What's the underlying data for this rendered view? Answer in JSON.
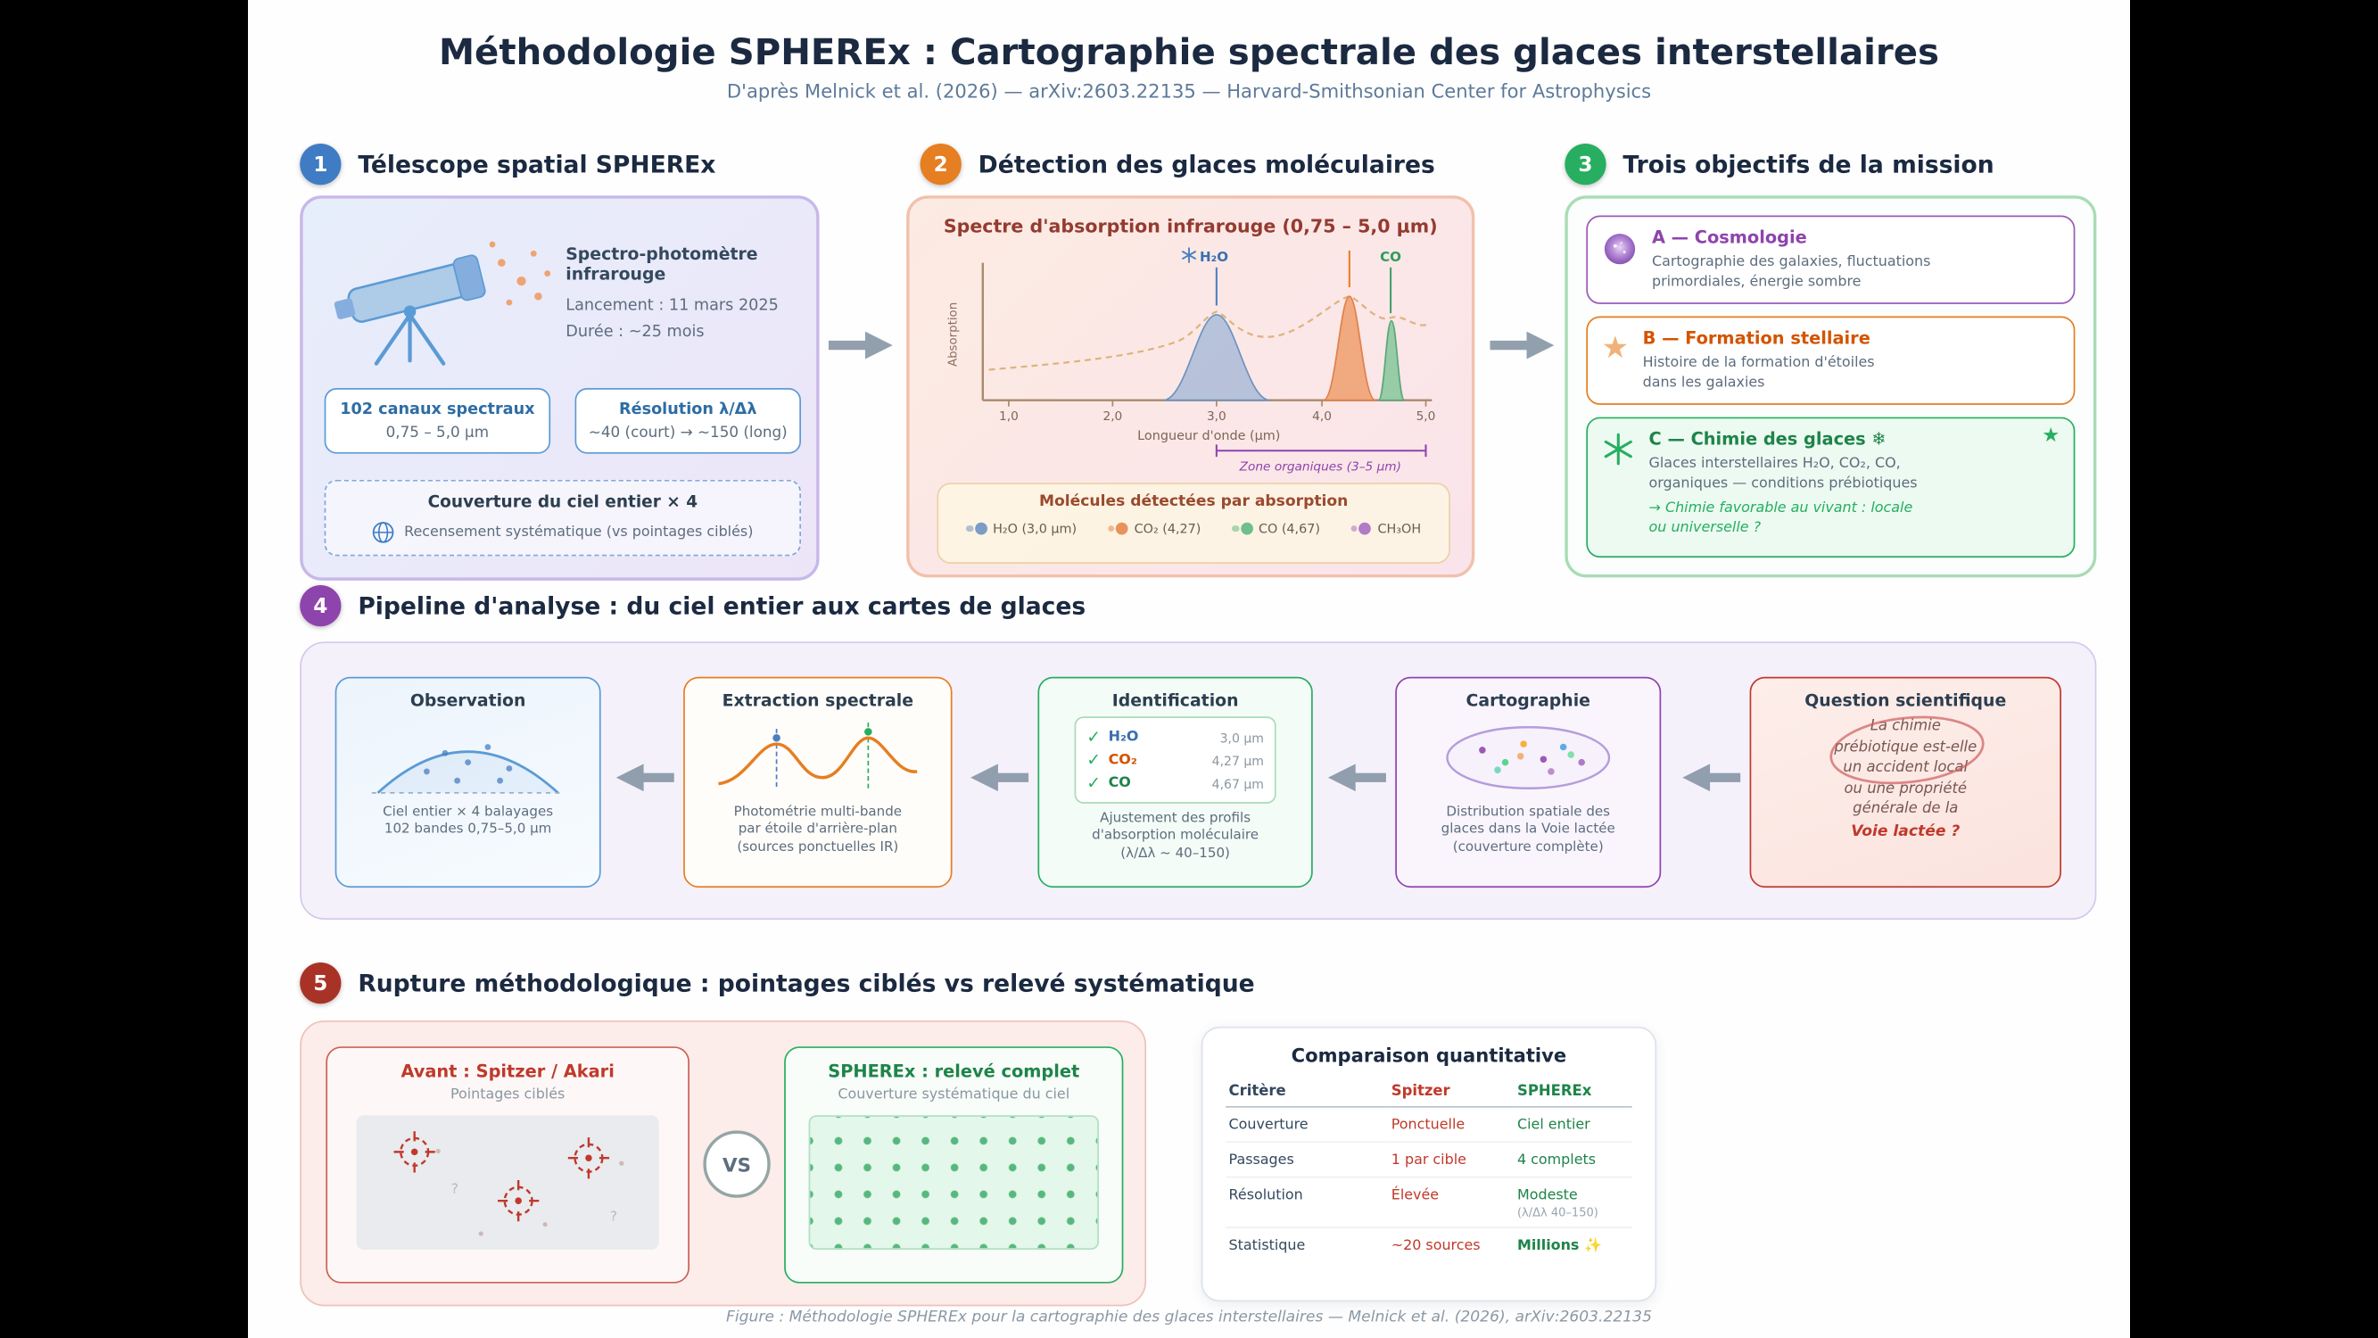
{
  "colors": {
    "accent_blue": "#3f7cc4",
    "accent_orange": "#e67e22",
    "accent_green": "#27ae60",
    "accent_purple": "#8e44ad",
    "accent_red": "#c0392b",
    "title_navy": "#1b2a41",
    "spitzer_red": "#c0392b",
    "spherex_green": "#1e8449"
  },
  "icons": {
    "star": "★",
    "check": "✓"
  },
  "header": {
    "title": "Méthodologie SPHEREx : Cartographie spectrale des glaces interstellaires",
    "subtitle": "D'après Melnick et al. (2026) — arXiv:2603.22135 — Harvard-Smithsonian Center for Astrophysics"
  },
  "s1": {
    "num": "1",
    "title": "Télescope spatial SPHEREx"
  },
  "s2": {
    "num": "2",
    "title": "Détection des glaces moléculaires"
  },
  "s3": {
    "num": "3",
    "title": "Trois objectifs de la mission"
  },
  "s4": {
    "num": "4",
    "title": "Pipeline d'analyse : du ciel entier aux cartes de glaces"
  },
  "s5": {
    "num": "5",
    "title": "Rupture méthodologique : pointages ciblés vs relevé systématique"
  },
  "card1": {
    "instrument": "Spectro-photomètre infrarouge",
    "launch": "Lancement : 11 mars 2025",
    "duration": "Durée : ~25 mois",
    "stat1_title": "102 canaux spectraux",
    "stat1_value": "0,75 – 5,0 μm",
    "stat2_title": "Résolution λ/Δλ",
    "stat2_value": "~40 (court) → ~150 (long)",
    "coverage_title": "Couverture du ciel entier × 4",
    "coverage_note": "Recensement systématique (vs pointages ciblés)"
  },
  "card2": {
    "chart_title": "Spectre d'absorption infrarouge (0,75 – 5,0 μm)",
    "y_label": "Absorption",
    "x_label": "Longueur d'onde (μm)",
    "ticks": [
      "1,0",
      "2,0",
      "3,0",
      "4,0",
      "5,0"
    ],
    "h2o_label": "H₂O",
    "co_label": "CO",
    "zone_label": "Zone organiques (3–5 μm)",
    "legend_title": "Molécules détectées par absorption",
    "legend": [
      {
        "label": "H₂O (3,0 μm)",
        "color": "#7a9cc6"
      },
      {
        "label": "CO₂ (4,27)",
        "color": "#e8935c"
      },
      {
        "label": "CO (4,67)",
        "color": "#6fbf8b"
      },
      {
        "label": "CH₃OH",
        "color": "#b07cc6"
      }
    ]
  },
  "chart_data": {
    "type": "area",
    "title": "Spectre d'absorption infrarouge (0,75 – 5,0 μm)",
    "xlabel": "Longueur d'onde (μm)",
    "ylabel": "Absorption",
    "xlim": [
      0.75,
      5.0
    ],
    "x_ticks": [
      1.0,
      2.0,
      3.0,
      4.0,
      5.0
    ],
    "continuum": "dashed",
    "series": [
      {
        "name": "H₂O",
        "peak_um": 3.0,
        "relative_depth": 0.75,
        "color": "#7a9cc6"
      },
      {
        "name": "CO₂",
        "peak_um": 4.27,
        "relative_depth": 0.9,
        "color": "#e8935c"
      },
      {
        "name": "CO",
        "peak_um": 4.67,
        "relative_depth": 0.7,
        "color": "#6fbf8b"
      },
      {
        "name": "CH₃OH",
        "zone_um": [
          3.0,
          5.0
        ],
        "color": "#b07cc6"
      }
    ],
    "annotations": [
      "Zone organiques (3–5 μm)"
    ]
  },
  "objectives": {
    "a": {
      "title": "A — Cosmologie",
      "body": "Cartographie des galaxies, fluctuations\nprimordiales, énergie sombre"
    },
    "b": {
      "title": "B — Formation stellaire",
      "body": "Histoire de la formation d'étoiles\ndans les galaxies"
    },
    "c": {
      "title": "C — Chimie des glaces ❄",
      "body": "Glaces interstellaires H₂O, CO₂, CO,\norganiques — conditions prébiotiques",
      "highlight": "→ Chimie favorable au vivant : locale\nou universelle ?"
    }
  },
  "pipeline": {
    "cards": [
      {
        "title": "Observation",
        "body": "Ciel entier × 4 balayages\n102 bandes 0,75–5,0 μm"
      },
      {
        "title": "Extraction spectrale",
        "body": "Photométrie multi-bande\npar étoile d'arrière-plan\n(sources ponctuelles IR)"
      },
      {
        "title": "Identification",
        "body": "Ajustement des profils\nd'absorption moléculaire\n(λ/Δλ ~ 40–150)"
      },
      {
        "title": "Cartographie",
        "body": "Distribution spatiale des\nglaces dans la Voie lactée\n(couverture complète)"
      },
      {
        "title": "Question scientifique",
        "body": "La chimie\nprébiotique est-elle\nun accident local\nou une propriété\ngénérale de la",
        "highlight": "Voie lactée ?"
      }
    ],
    "ident": [
      {
        "mol": "H₂O",
        "val": "3,0 μm"
      },
      {
        "mol": "CO₂",
        "val": "4,27 μm"
      },
      {
        "mol": "CO",
        "val": "4,67 μm"
      }
    ]
  },
  "before_after": {
    "before_title": "Avant : Spitzer / Akari",
    "before_sub": "Pointages ciblés",
    "vs": "VS",
    "mystery": "?",
    "after_title": "SPHEREx : relevé complet",
    "after_sub": "Couverture systématique du ciel"
  },
  "comparison": {
    "title": "Comparaison quantitative",
    "headers": [
      "Critère",
      "Spitzer",
      "SPHEREx"
    ],
    "rows": [
      [
        "Couverture",
        "Ponctuelle",
        "Ciel entier"
      ],
      [
        "Passages",
        "1 par cible",
        "4 complets"
      ],
      [
        "Résolution",
        "Élevée",
        "Modeste"
      ],
      [
        "Statistique",
        "~20 sources",
        "Millions ✨"
      ]
    ],
    "res_note": "(λ/Δλ 40–150)"
  },
  "footer": {
    "caption": "Figure : Méthodologie SPHEREx pour la cartographie des glaces interstellaires — Melnick et al. (2026), arXiv:2603.22135"
  }
}
